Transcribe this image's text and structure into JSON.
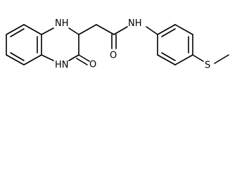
{
  "structure": {
    "atoms": {
      "n1": {
        "element": "N",
        "hydrogen": "H"
      },
      "n4": {
        "element": "N",
        "hydrogen": "H"
      },
      "o_ring": {
        "element": "O"
      },
      "o_amide": {
        "element": "O"
      },
      "n_amide": {
        "element": "N",
        "hydrogen": "H"
      },
      "s": {
        "element": "S"
      }
    }
  }
}
